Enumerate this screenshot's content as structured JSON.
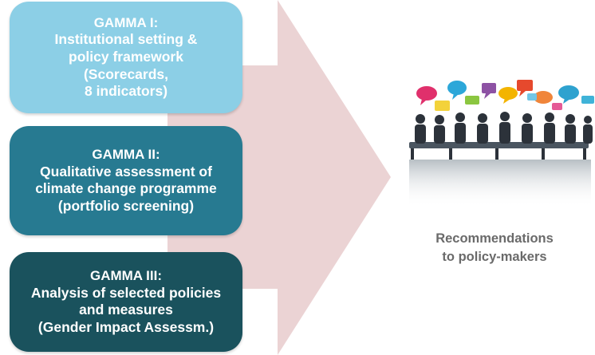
{
  "colors": {
    "arrow": "#ebd3d4",
    "box1": "#8ccfe6",
    "box2": "#277a91",
    "box3": "#1a525d",
    "caption": "#6a6a6a"
  },
  "boxes": [
    {
      "title": "GAMMA I:",
      "lines": [
        "Institutional setting &",
        "policy framework",
        "(Scorecards,",
        "8 indicators)"
      ]
    },
    {
      "title": "GAMMA II:",
      "lines": [
        "Qualitative assessment of",
        "climate change programme",
        "(portfolio screening)"
      ]
    },
    {
      "title": "GAMMA III:",
      "lines": [
        "Analysis of selected policies",
        "and measures",
        "(Gender Impact Assessm.)"
      ]
    }
  ],
  "outcome": {
    "caption_line1": "Recommendations",
    "caption_line2": "to policy-makers",
    "image_icon": "meeting-speech-bubbles-icon"
  }
}
